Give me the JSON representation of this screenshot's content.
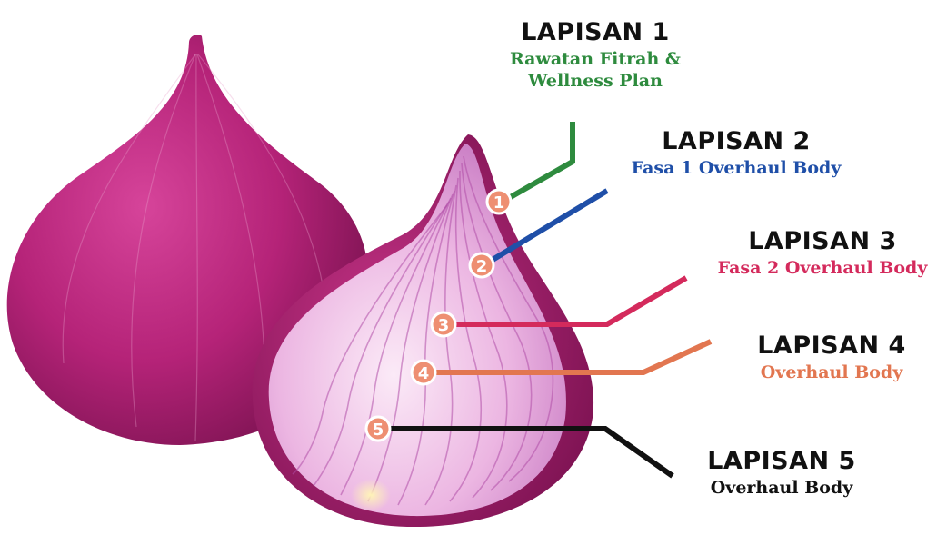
{
  "layers": [
    {
      "number": "1",
      "title": "LAPISAN 1",
      "description": "Rawatan Fitrah & Wellness Plan",
      "color": "#2e8b3e"
    },
    {
      "number": "2",
      "title": "LAPISAN 2",
      "description": "Fasa 1 Overhaul Body",
      "color": "#1f4fa8"
    },
    {
      "number": "3",
      "title": "LAPISAN 3",
      "description": "Fasa 2 Overhaul Body",
      "color": "#d42a5c"
    },
    {
      "number": "4",
      "title": "LAPISAN 4",
      "description": "Overhaul Body",
      "color": "#e27650"
    },
    {
      "number": "5",
      "title": "LAPISAN 5",
      "description": "Overhaul Body",
      "color": "#111111"
    }
  ],
  "colors": {
    "onion_skin": "#a8206d",
    "onion_flesh": "#e9a8dd",
    "badge_fill": "#ee8f72",
    "badge_border": "#ffffff"
  }
}
